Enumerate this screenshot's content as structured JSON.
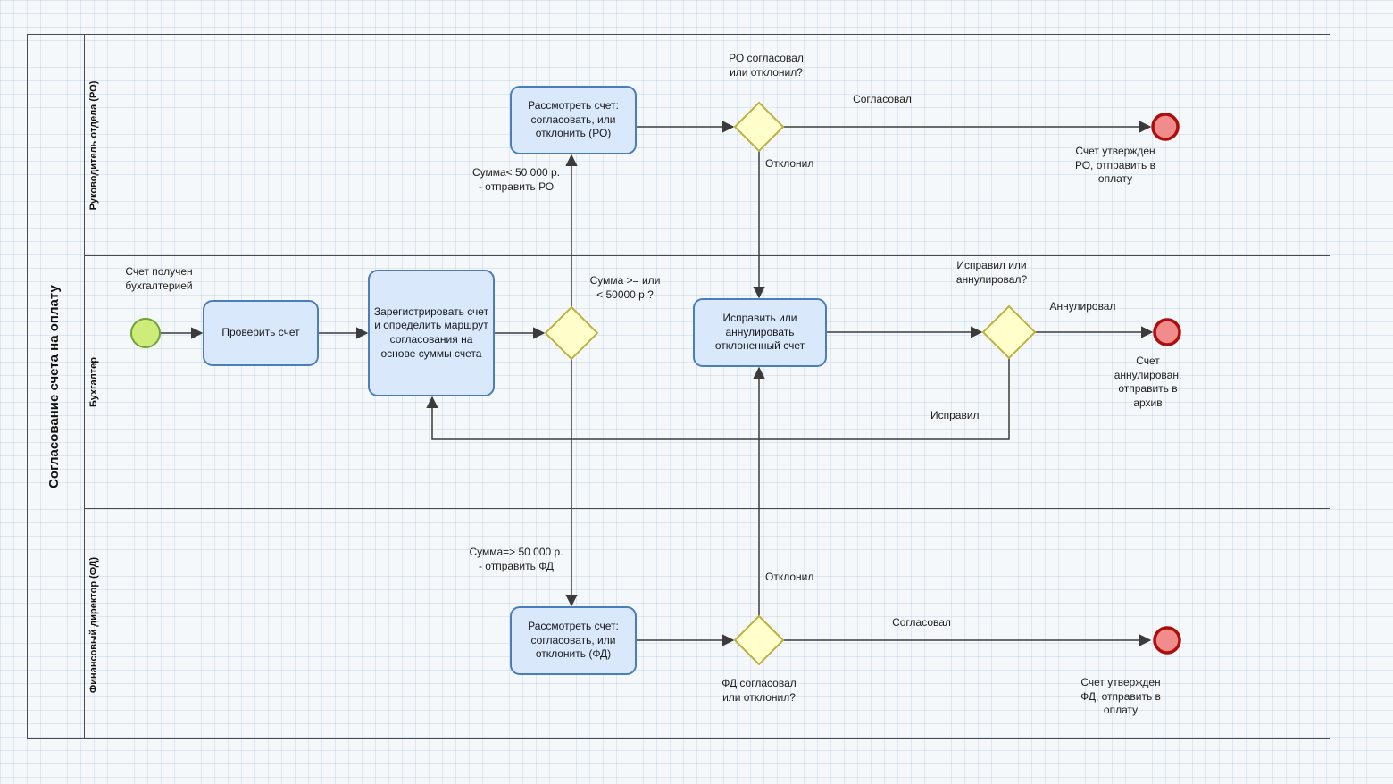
{
  "diagram": {
    "pool_title": "Согласование счета на оплату",
    "lanes": [
      {
        "label": "Руководитель отдела (РО)"
      },
      {
        "label": "Бухгалтер"
      },
      {
        "label": "Финансовый директор (ФД)"
      }
    ],
    "tasks": {
      "check": "Проверить счет",
      "register": "Зарегистрировать счет и определить маршрут согласования на основе суммы счета",
      "review_ro": "Рассмотреть счет: согласовать, или отклонить (РО)",
      "fix": "Исправить или аннулировать отклоненный счет",
      "review_fd": "Рассмотреть счет: согласовать, или отклонить (ФД)"
    },
    "labels": {
      "start": "Счет получен\nбухгалтерией",
      "amount_gateway": "Сумма >= или\n< 50000 р.?",
      "to_ro": "Сумма< 50 000 р.\n- отправить РО",
      "to_fd": "Сумма=> 50 000 р.\n- отправить ФД",
      "ro_gateway": "РО согласовал\nили отклонил?",
      "ro_approved": "Согласовал",
      "ro_declined": "Отклонил",
      "fd_gateway": "ФД согласовал\nили отклонил?",
      "fd_approved": "Согласовал",
      "fd_declined": "Отклонил",
      "fix_gateway": "Исправил или\nаннулировал?",
      "cancelled": "Аннулировал",
      "fixed": "Исправил",
      "end_ro": "Счет утвержден\nРО, отправить в\nоплату",
      "end_cancel": "Счет\nаннулирован,\nотправить в\nархив",
      "end_fd": "Счет утвержден\nФД, отправить в\nоплату"
    },
    "colors": {
      "task_fill": "#dae8fc",
      "task_stroke": "#4a7ebb",
      "gateway_fill": "#ffffcc",
      "gateway_stroke": "#bcb23f",
      "start_fill": "#cdec7a",
      "start_stroke": "#6ea437",
      "end_fill": "#f08c8c",
      "end_stroke": "#ad0d0d"
    }
  }
}
